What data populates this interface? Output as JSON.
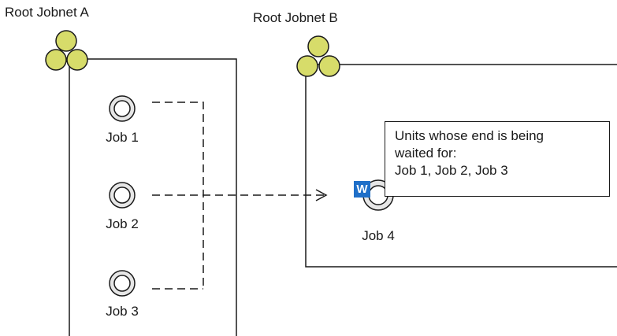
{
  "jobnets": [
    {
      "id": "a",
      "label": "Root Jobnet A"
    },
    {
      "id": "b",
      "label": "Root Jobnet B"
    }
  ],
  "jobs": [
    {
      "id": "job1",
      "label": "Job 1"
    },
    {
      "id": "job2",
      "label": "Job 2"
    },
    {
      "id": "job3",
      "label": "Job 3"
    },
    {
      "id": "job4",
      "label": "Job 4",
      "badge": "W"
    }
  ],
  "note": {
    "lines": [
      "Units whose end is being",
      "waited for:",
      "Job 1, Job 2, Job 3"
    ]
  },
  "colors": {
    "jobnet_icon_fill": "#d7dc6a",
    "badge": "#1f6fc8",
    "job_icon_fill": "#e6e6e6"
  }
}
